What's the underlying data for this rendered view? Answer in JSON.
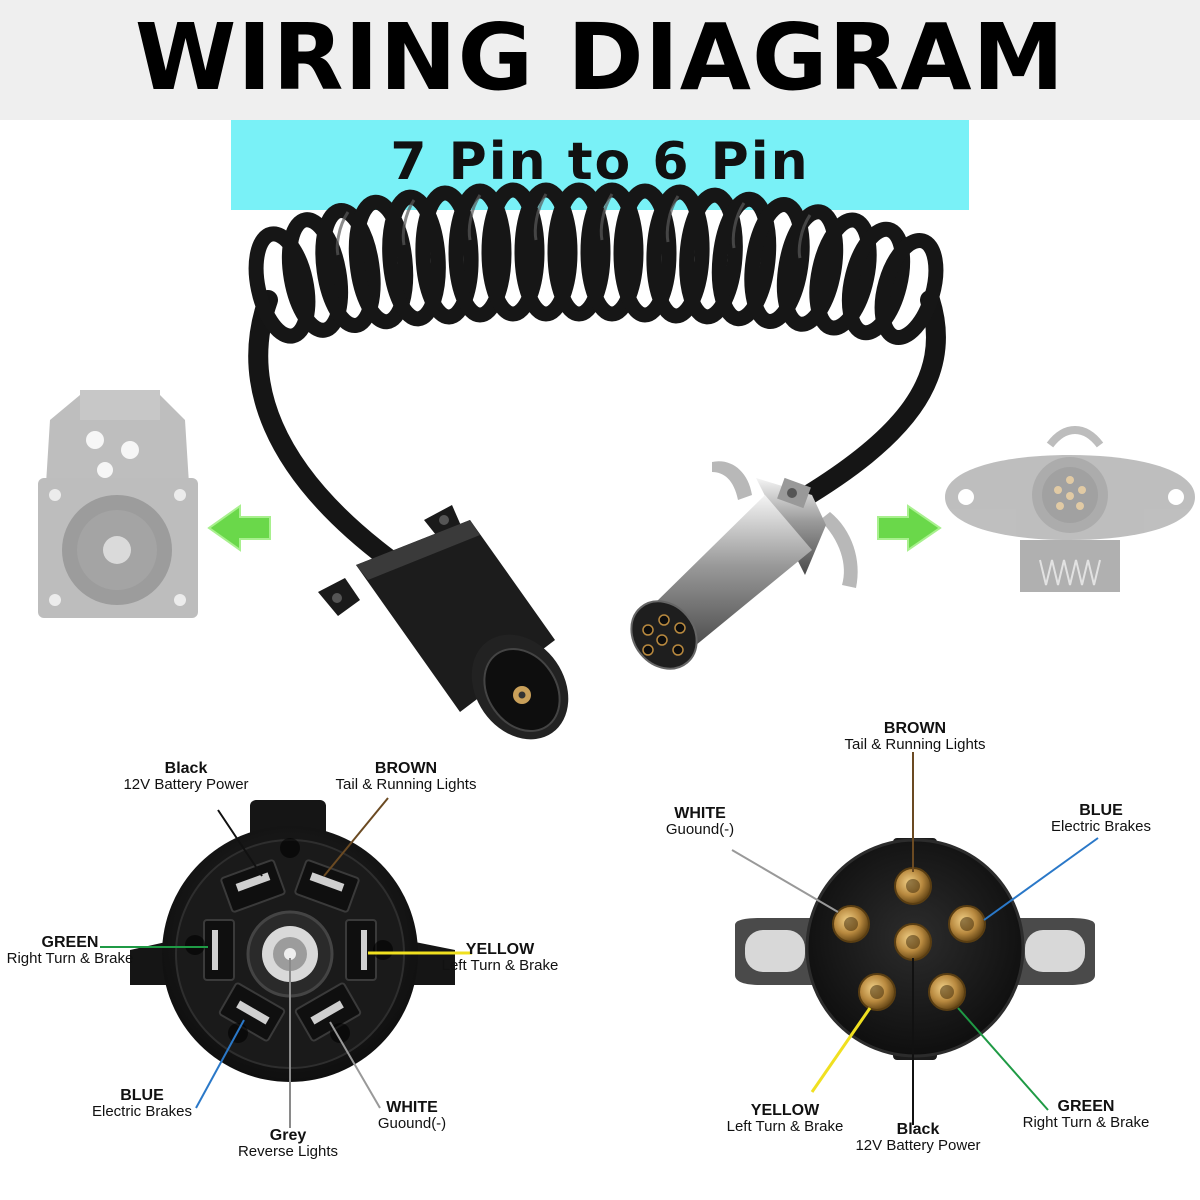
{
  "header": {
    "title": "WIRING DIAGRAM",
    "subtitle": "7 Pin to 6 Pin"
  },
  "colors": {
    "title_bg": "#efefef",
    "subtitle_bg": "#79f1f7",
    "arrow": "#6ad84a",
    "wire_black": "#111111",
    "wire_brown": "#6b4a22",
    "wire_blue": "#2a78c8",
    "wire_green": "#1f9a45",
    "wire_yellow": "#f0e020",
    "wire_white": "#999999",
    "wire_grey": "#8a8a8a",
    "brass": "#b8893f"
  },
  "seven_pin": {
    "black": {
      "color": "Black",
      "function": "12V Battery Power"
    },
    "brown": {
      "color": "BROWN",
      "function": "Tail & Running Lights"
    },
    "green": {
      "color": "GREEN",
      "function": "Right Turn & Brake"
    },
    "yellow": {
      "color": "YELLOW",
      "function": "Left Turn & Brake"
    },
    "blue": {
      "color": "BLUE",
      "function": "Electric Brakes"
    },
    "white": {
      "color": "WHITE",
      "function": "Guound(-)"
    },
    "grey": {
      "color": "Grey",
      "function": "Reverse Lights"
    }
  },
  "six_pin": {
    "brown": {
      "color": "BROWN",
      "function": "Tail & Running Lights"
    },
    "white": {
      "color": "WHITE",
      "function": "Guound(-)"
    },
    "blue": {
      "color": "BLUE",
      "function": "Electric Brakes"
    },
    "yellow": {
      "color": "YELLOW",
      "function": "Left Turn & Brake"
    },
    "black": {
      "color": "Black",
      "function": "12V Battery Power"
    },
    "green": {
      "color": "GREEN",
      "function": "Right Turn & Brake"
    }
  }
}
